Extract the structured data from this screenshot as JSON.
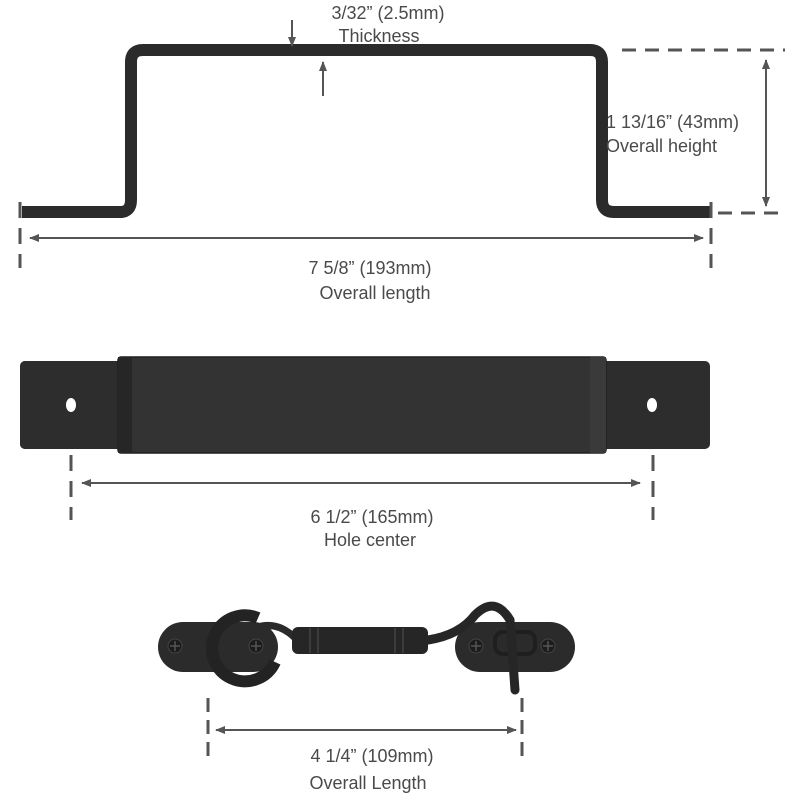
{
  "diagram": {
    "subject": "door handle and hook latch dimensions",
    "colors": {
      "metal": "#2b2b2b",
      "metal_face": "#333333",
      "dimension_line": "#555555",
      "text": "#4a4a4a",
      "background": "#ffffff"
    },
    "handle_side_view": {
      "thickness": {
        "value": "3/32” (2.5mm)",
        "label": "Thickness"
      },
      "overall_height": {
        "value": "1 13/16” (43mm)",
        "label": "Overall height"
      },
      "overall_length": {
        "value": "7 5/8” (193mm)",
        "label": "Overall length"
      }
    },
    "handle_top_view": {
      "hole_center": {
        "value": "6 1/2” (165mm)",
        "label": "Hole center"
      }
    },
    "hook_latch": {
      "overall_length": {
        "value": "4 1/4” (109mm)",
        "label": "Overall Length"
      }
    }
  }
}
